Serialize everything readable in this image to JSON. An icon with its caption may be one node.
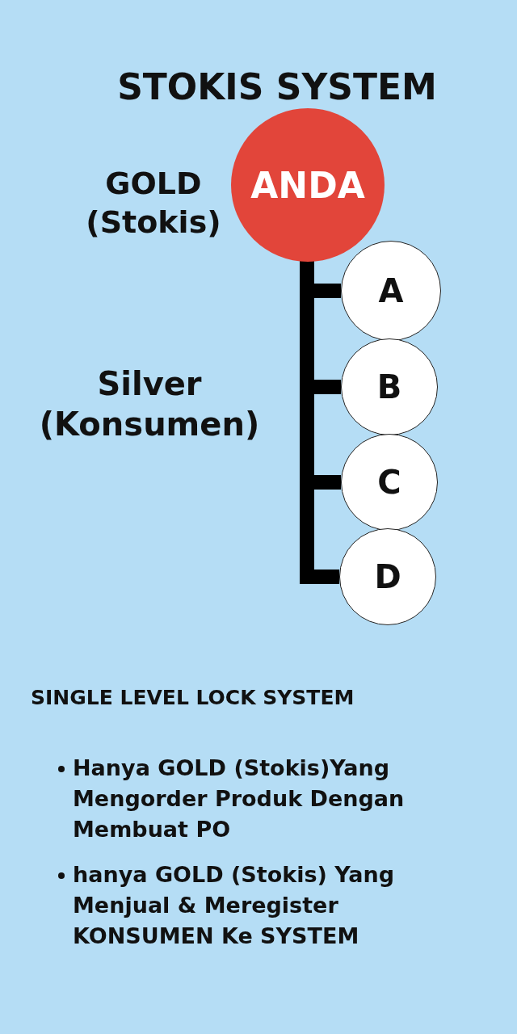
{
  "diagram": {
    "title": "STOKIS SYSTEM",
    "nodes": [
      {
        "text": [
          "ANDA"
        ]
      },
      {
        "text": [
          "A"
        ]
      },
      {
        "text": [
          "B"
        ]
      },
      {
        "text": [
          "C"
        ]
      },
      {
        "text": [
          "D"
        ]
      }
    ],
    "edges": [
      {
        "from": 0,
        "to": 1,
        "arrow": "none"
      },
      {
        "from": 0,
        "to": 2,
        "arrow": "none"
      },
      {
        "from": 0,
        "to": 3,
        "arrow": "none"
      },
      {
        "from": 0,
        "to": 4,
        "arrow": "none"
      }
    ],
    "labels": [
      "GOLD (Stokis)",
      "Silver (Konsumen)",
      "SINGLE LEVEL LOCK SYSTEM",
      "Hanya GOLD (Stokis)Yang Mengorder Produk Dengan Membuat PO",
      "hanya GOLD (Stokis) Yang Menjual & Meregister KONSUMEN Ke SYSTEM"
    ]
  }
}
